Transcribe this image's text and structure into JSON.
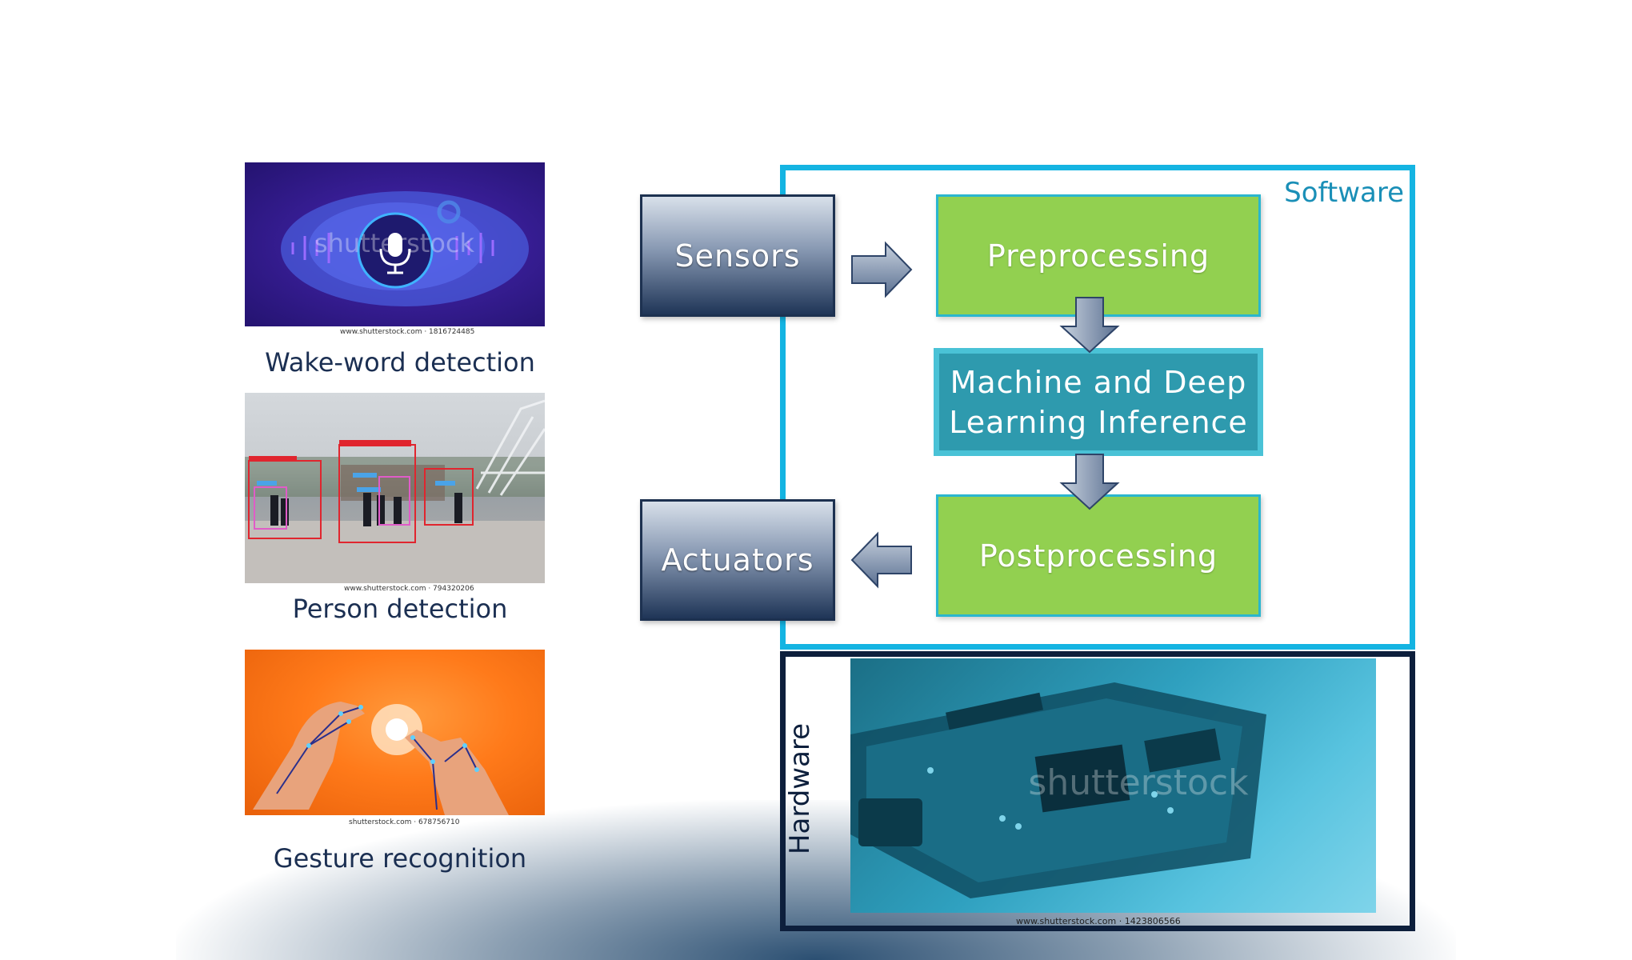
{
  "examples": [
    {
      "caption": "Wake-word detection",
      "credit": "www.shutterstock.com · 1816724485",
      "icon": "microphone-icon",
      "watermark": "shutterstock"
    },
    {
      "caption": "Person detection",
      "credit": "www.shutterstock.com · 794320206",
      "icon": "person-detection-image"
    },
    {
      "caption": "Gesture recognition",
      "credit": "shutterstock.com · 678756710",
      "icon": "gesture-hands-image"
    }
  ],
  "diagram": {
    "software_label": "Software",
    "hardware_label": "Hardware",
    "sensors": "Sensors",
    "actuators": "Actuators",
    "preprocessing": "Preprocessing",
    "inference_line1": "Machine and Deep",
    "inference_line2": "Learning Inference",
    "postprocessing": "Postprocessing",
    "hardware_credit": "www.shutterstock.com · 1423806566",
    "hardware_watermark": "shutterstock"
  },
  "colors": {
    "software_border": "#14b4e2",
    "hardware_border": "#0d1f3c",
    "stage_green": "#92d050",
    "inference_teal": "#2e9aae"
  }
}
